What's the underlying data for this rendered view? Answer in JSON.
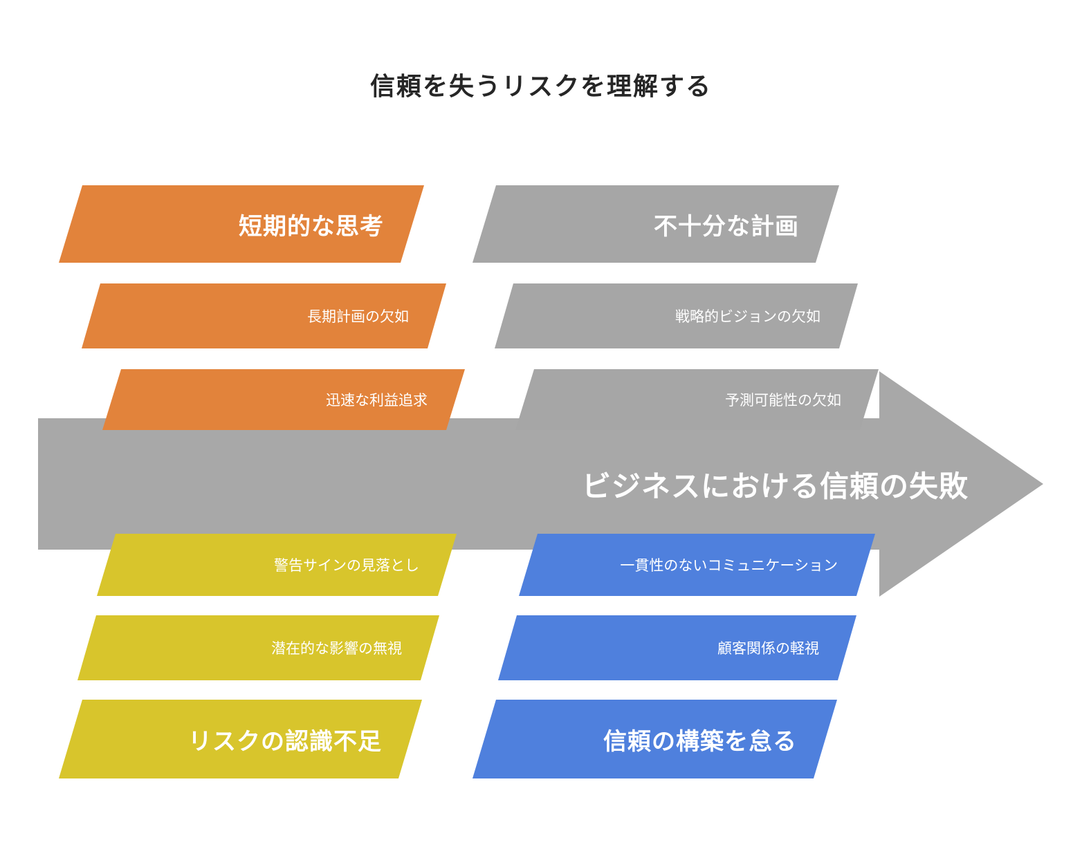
{
  "title": "信頼を失うリスクを理解する",
  "arrow": {
    "label": "ビジネスにおける信頼の失敗",
    "color": "#A8A8A8"
  },
  "groups": [
    {
      "id": "short-term-thinking",
      "position": "top-left",
      "color": "#E2833B",
      "header": "短期的な思考",
      "items": [
        "長期計画の欠如",
        "迅速な利益追求"
      ]
    },
    {
      "id": "insufficient-planning",
      "position": "top-right",
      "color": "#A6A6A6",
      "header": "不十分な計画",
      "items": [
        "戦略的ビジョンの欠如",
        "予測可能性の欠如"
      ]
    },
    {
      "id": "lack-of-risk-awareness",
      "position": "bottom-left",
      "color": "#D8C52C",
      "header": "リスクの認識不足",
      "items": [
        "警告サインの見落とし",
        "潜在的な影響の無視"
      ]
    },
    {
      "id": "neglecting-trust-building",
      "position": "bottom-right",
      "color": "#4F80DD",
      "header": "信頼の構築を怠る",
      "items": [
        "一貫性のないコミュニケーション",
        "顧客関係の軽視"
      ]
    }
  ],
  "palette": {
    "background": "#FFFFFF",
    "title_color": "#262626",
    "text_on_shape": "#FFFFFF"
  }
}
